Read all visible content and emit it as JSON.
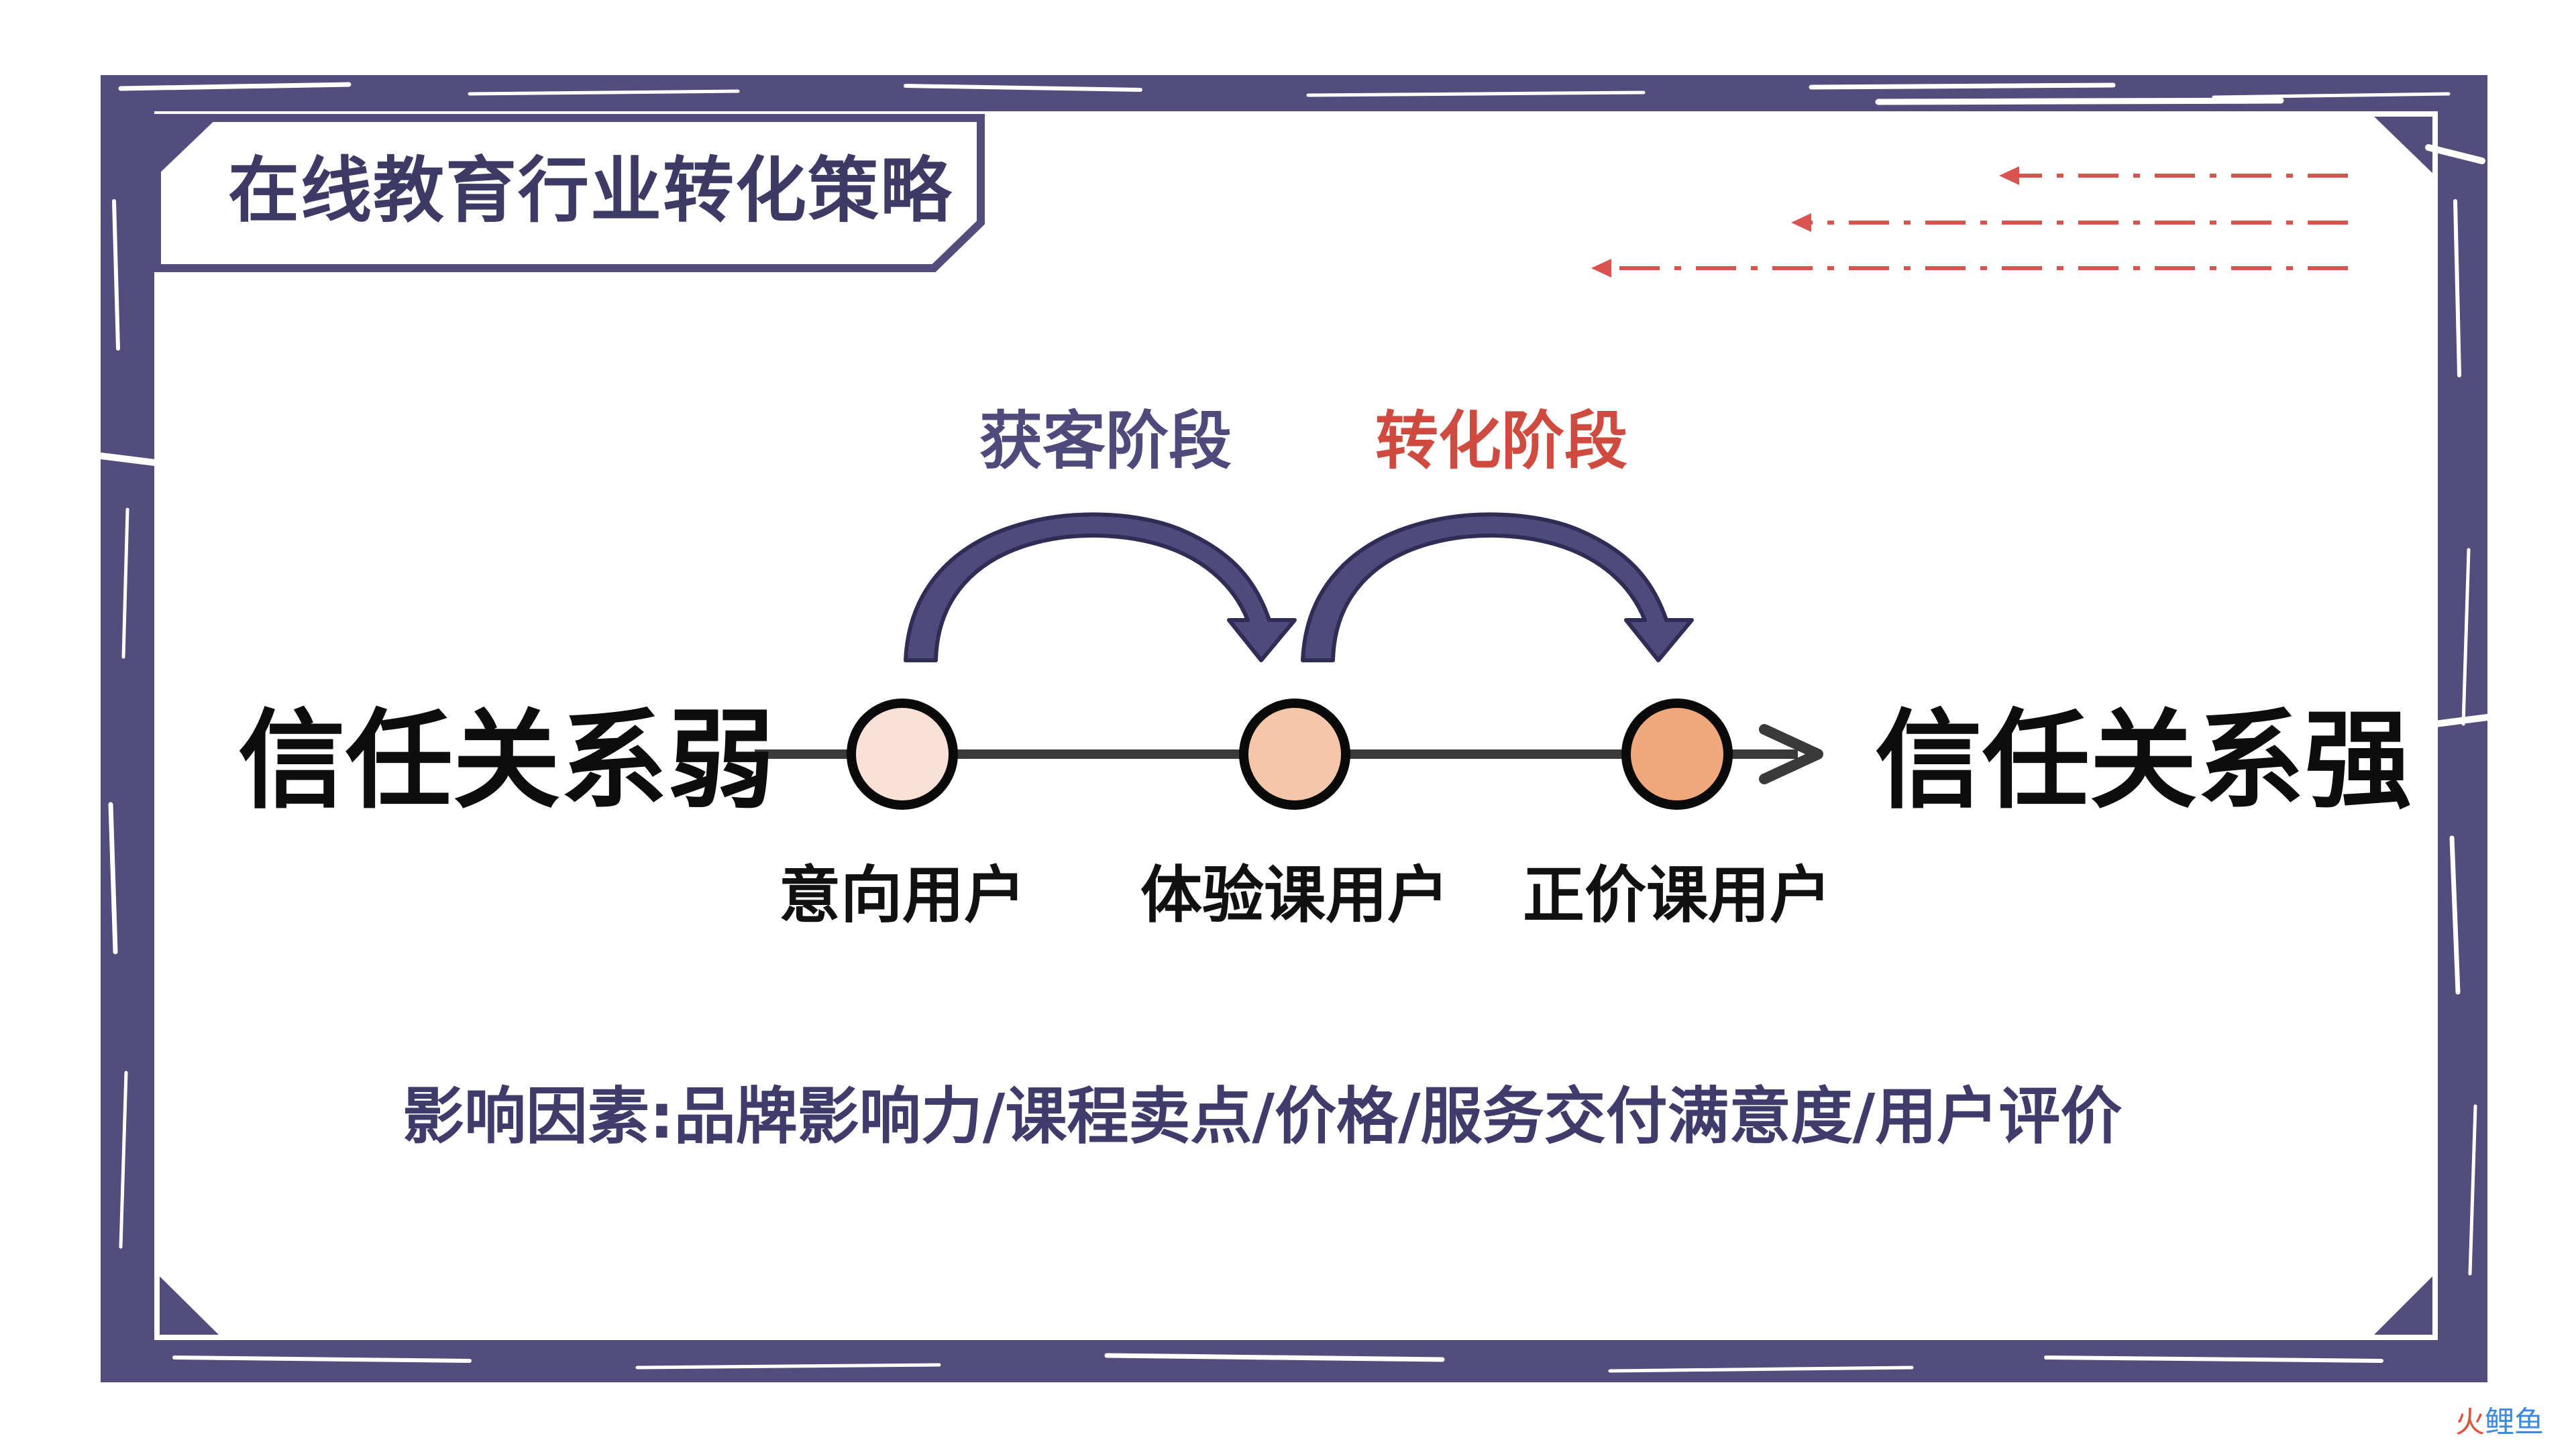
{
  "title": "在线教育行业转化策略",
  "stages": {
    "acquire": "获客阶段",
    "convert": "转化阶段"
  },
  "trust": {
    "weak": "信任关系弱",
    "strong": "信任关系强"
  },
  "nodes": [
    {
      "label": "意向用户",
      "color": "#f9e1d6"
    },
    {
      "label": "体验课用户",
      "color": "#f5c7a8"
    },
    {
      "label": "正价课用户",
      "color": "#f0a77b"
    }
  ],
  "factors": "影响因素:品牌影响力/课程卖点/价格/服务交付满意度/用户评价",
  "watermark": {
    "part1": "火",
    "part2": "鲤鱼"
  },
  "colors": {
    "frame": "#524d7d",
    "accent_red": "#d9534f",
    "stage_acquire": "#4e4a7c",
    "stage_convert": "#cf4b3f",
    "timeline": "#3a3a3a"
  },
  "icons": {
    "decor_arrows": "dash-dot-arrow-left",
    "stage_arrows": "curved-arrow-right"
  }
}
